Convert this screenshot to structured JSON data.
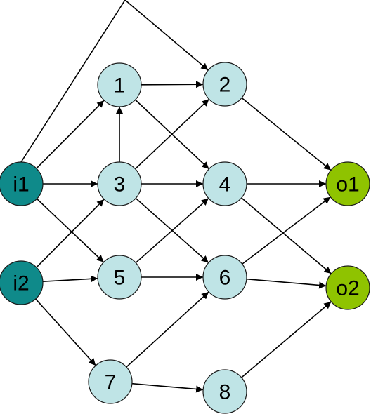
{
  "colors": {
    "input": "#0f8a8a",
    "hidden": "#bfe4e6",
    "output": "#8fc300",
    "edge": "#000000"
  },
  "nodes": [
    {
      "id": "i1",
      "label": "i1",
      "kind": "input"
    },
    {
      "id": "i2",
      "label": "i2",
      "kind": "input"
    },
    {
      "id": "1",
      "label": "1",
      "kind": "hidden"
    },
    {
      "id": "2",
      "label": "2",
      "kind": "hidden"
    },
    {
      "id": "3",
      "label": "3",
      "kind": "hidden"
    },
    {
      "id": "4",
      "label": "4",
      "kind": "hidden"
    },
    {
      "id": "5",
      "label": "5",
      "kind": "hidden"
    },
    {
      "id": "6",
      "label": "6",
      "kind": "hidden"
    },
    {
      "id": "7",
      "label": "7",
      "kind": "hidden"
    },
    {
      "id": "8",
      "label": "8",
      "kind": "hidden"
    },
    {
      "id": "o1",
      "label": "o1",
      "kind": "output"
    },
    {
      "id": "o2",
      "label": "o2",
      "kind": "output"
    }
  ],
  "edges": [
    {
      "from": "i1",
      "to": "2",
      "routed": true
    },
    {
      "from": "i1",
      "to": "1"
    },
    {
      "from": "i1",
      "to": "3"
    },
    {
      "from": "i1",
      "to": "5"
    },
    {
      "from": "i2",
      "to": "3"
    },
    {
      "from": "i2",
      "to": "5"
    },
    {
      "from": "i2",
      "to": "7"
    },
    {
      "from": "3",
      "to": "1"
    },
    {
      "from": "1",
      "to": "2"
    },
    {
      "from": "1",
      "to": "4"
    },
    {
      "from": "3",
      "to": "2"
    },
    {
      "from": "3",
      "to": "4"
    },
    {
      "from": "3",
      "to": "6"
    },
    {
      "from": "5",
      "to": "4"
    },
    {
      "from": "5",
      "to": "6"
    },
    {
      "from": "7",
      "to": "6"
    },
    {
      "from": "7",
      "to": "8"
    },
    {
      "from": "2",
      "to": "o1"
    },
    {
      "from": "4",
      "to": "o1"
    },
    {
      "from": "4",
      "to": "o2"
    },
    {
      "from": "6",
      "to": "o1"
    },
    {
      "from": "6",
      "to": "o2"
    },
    {
      "from": "8",
      "to": "o2"
    }
  ]
}
